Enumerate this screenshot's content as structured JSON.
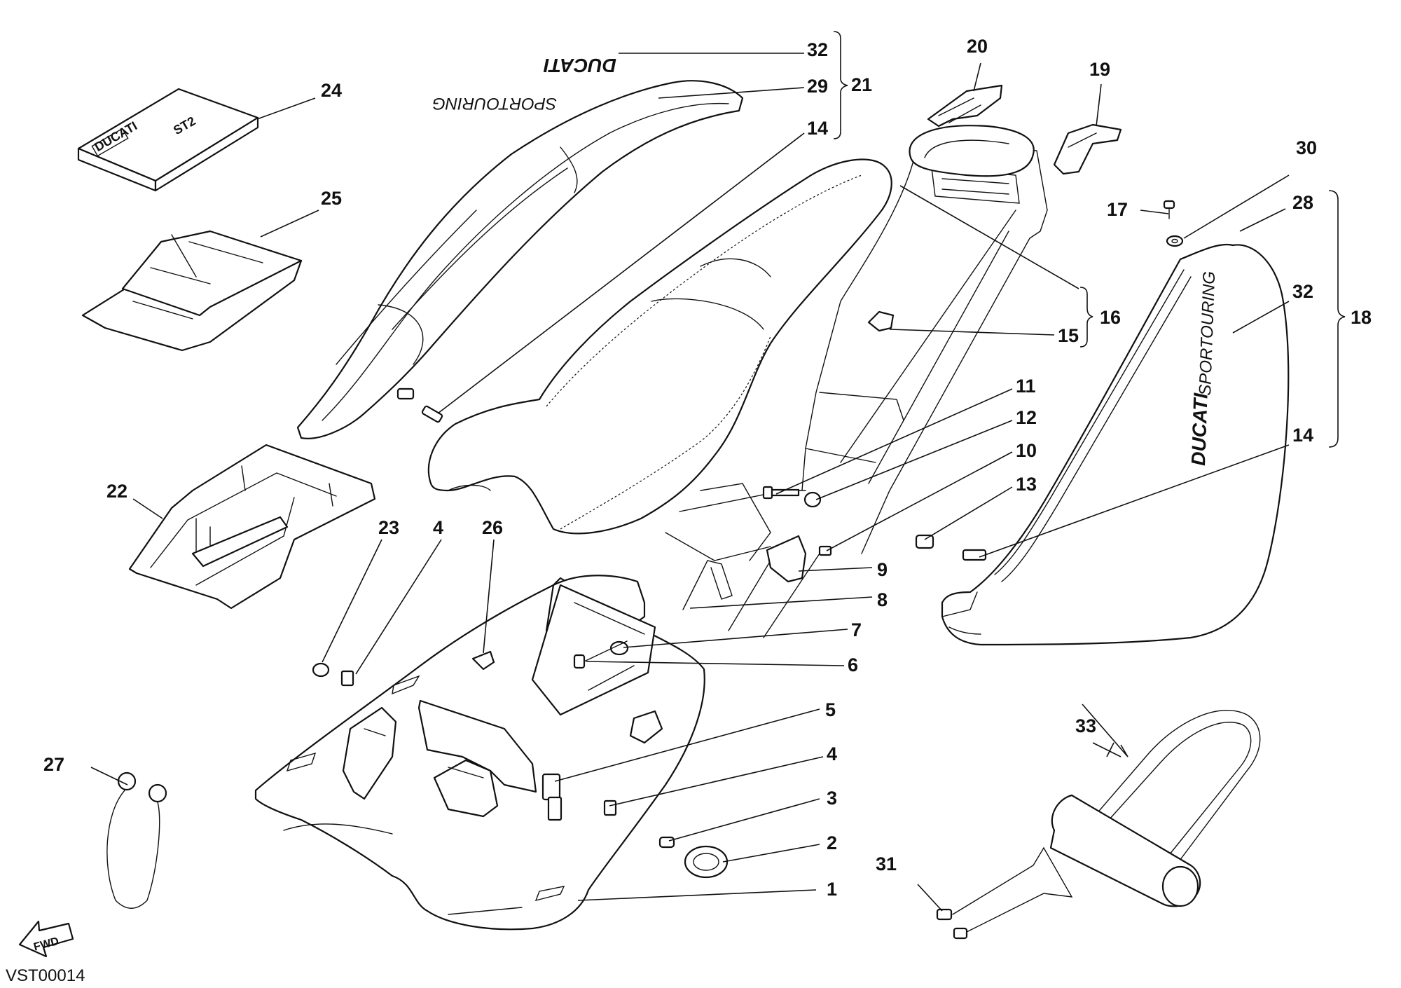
{
  "drawing_code": "VST00014",
  "fwd_label": "FWD",
  "branding": {
    "cover_ducati": "DUCATI",
    "cover_sport": "SPORTOURING",
    "side_ducati": "DUCATI",
    "side_sport": "SPORTOURING",
    "book_model": "ST2",
    "book_brand": "DUCATI"
  },
  "callouts": {
    "c1": "1",
    "c2": "2",
    "c3": "3",
    "c4a": "4",
    "c4b": "4",
    "c5": "5",
    "c6": "6",
    "c7": "7",
    "c8": "8",
    "c9": "9",
    "c10": "10",
    "c11": "11",
    "c12": "12",
    "c13": "13",
    "c14a": "14",
    "c14b": "14",
    "c15": "15",
    "c16": "16",
    "c17": "17",
    "c18": "18",
    "c19": "19",
    "c20": "20",
    "c21": "21",
    "c22": "22",
    "c23": "23",
    "c24": "24",
    "c25": "25",
    "c26": "26",
    "c27": "27",
    "c28": "28",
    "c29": "29",
    "c30": "30",
    "c31": "31",
    "c32a": "32",
    "c32b": "32",
    "c33": "33"
  }
}
